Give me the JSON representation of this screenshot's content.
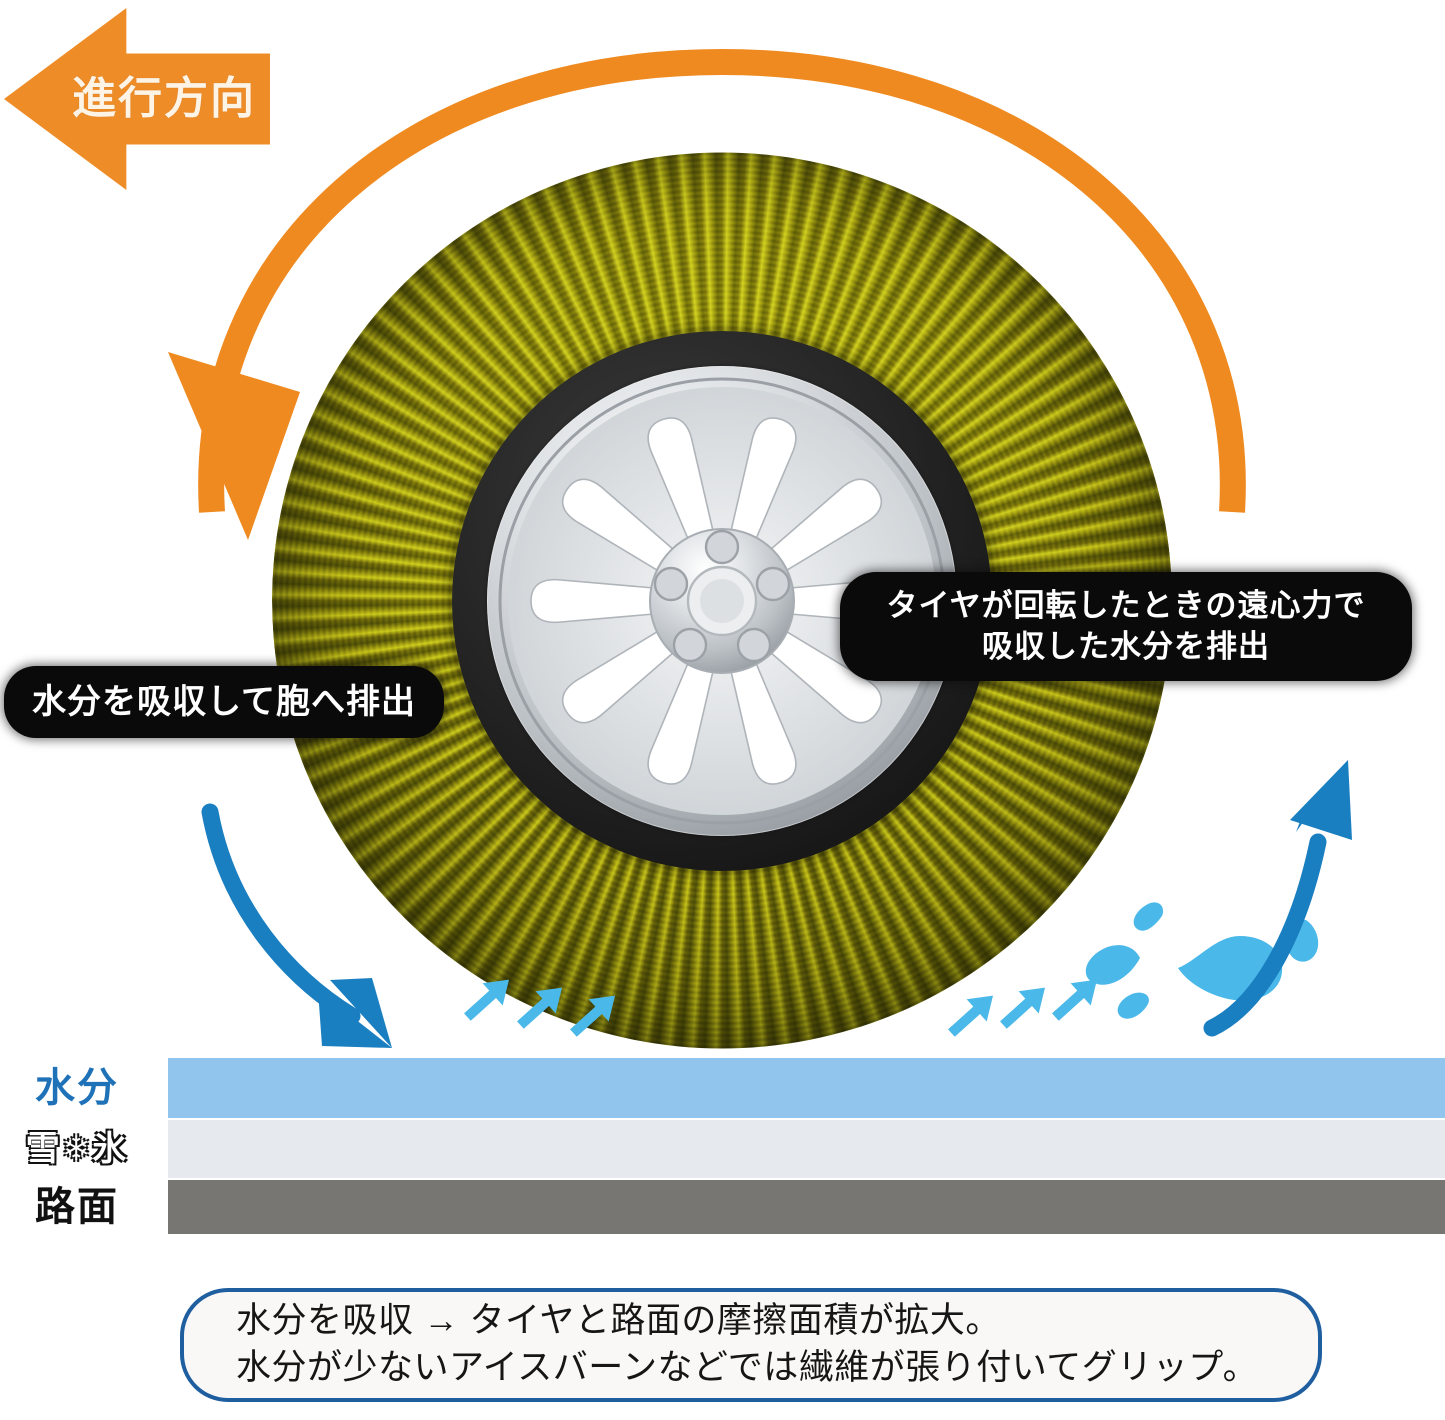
{
  "colors": {
    "orange": "#ee8c28",
    "arc_orange": "#ef8a20",
    "deep_blue": "#1a7fc1",
    "light_blue": "#4ab8e8",
    "water_band": "#92c5ed",
    "snow_band": "#e6eaee",
    "road_band": "#787672",
    "caption_border": "#1f5fa0",
    "caption_fill": "#faf8f7",
    "sock_olive": "#8e8c38",
    "sock_yellow": "#c8c85a",
    "tire_black": "#1a1a1a",
    "wheel_silver": "#c7cacd",
    "label_black": "#0a0a0a"
  },
  "direction_arrow": {
    "label": "進行方向",
    "icon": "left-arrow-icon",
    "direction": "left"
  },
  "rotation_arc": {
    "icon": "rotation-arrow-icon",
    "description": "counter-clockwise rotation arc over tire"
  },
  "callouts": {
    "absorb": {
      "text": "水分を吸収して胞へ排出"
    },
    "centrifugal": {
      "line1": "タイヤが回転したときの遠心力で",
      "line2": "吸収した水分を排出"
    }
  },
  "flow_markers": {
    "intake_arrow": "curved-down-right-arrow-icon",
    "intake_small_arrows": "up-right-arrow-icon",
    "intake_small_count": 3,
    "discharge_small_arrows": "up-right-arrow-icon",
    "discharge_small_count": 3,
    "discharge_arrow": "curved-up-right-arrow-icon",
    "water_droplets": "water-droplet-icon",
    "droplet_count": 5
  },
  "ground_legend": {
    "rows": [
      {
        "label": "水分",
        "band_color": "#92c5ed"
      },
      {
        "label": "雪❄氷",
        "band_color": "#e6eaee"
      },
      {
        "label": "路面",
        "band_color": "#787672"
      }
    ]
  },
  "caption": {
    "line1": "水分を吸収 → タイヤと路面の摩擦面積が拡大。",
    "line2": "水分が少ないアイスバーンなどでは繊維が張り付いてグリップ。"
  }
}
